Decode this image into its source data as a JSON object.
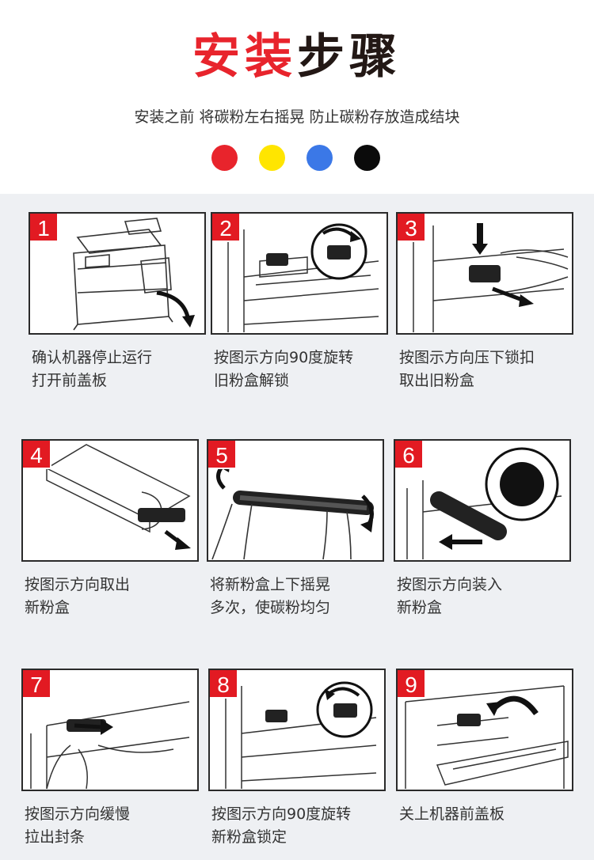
{
  "header": {
    "title_part1": "安装",
    "title_part2": "步骤",
    "subtitle": "安装之前 将碳粉左右摇晃 防止碳粉存放造成结块",
    "color_dots": [
      "#e8242c",
      "#ffe500",
      "#3b78e7",
      "#0b0b0b"
    ]
  },
  "steps": [
    {
      "number": "1",
      "line1": "确认机器停止运行",
      "line2": "打开前盖板"
    },
    {
      "number": "2",
      "line1": "按图示方向90度旋转",
      "line2": "旧粉盒解锁"
    },
    {
      "number": "3",
      "line1": "按图示方向压下锁扣",
      "line2": "取出旧粉盒"
    },
    {
      "number": "4",
      "line1": "按图示方向取出",
      "line2": "新粉盒"
    },
    {
      "number": "5",
      "line1": "将新粉盒上下摇晃",
      "line2": "多次，使碳粉均匀"
    },
    {
      "number": "6",
      "line1": "按图示方向装入",
      "line2": "新粉盒"
    },
    {
      "number": "7",
      "line1": "按图示方向缓慢",
      "line2": "拉出封条"
    },
    {
      "number": "8",
      "line1": "按图示方向90度旋转",
      "line2": "新粉盒锁定"
    },
    {
      "number": "9",
      "line1": "关上机器前盖板",
      "line2": ""
    }
  ],
  "icons": {
    "step_1": "copier-machine-open-door-illustration",
    "step_2": "rotate-cartridge-unlock-illustration",
    "step_3": "press-lock-remove-cartridge-illustration",
    "step_4": "pull-out-new-cartridge-illustration",
    "step_5": "shake-cartridge-illustration",
    "step_6": "insert-cartridge-illustration",
    "step_7": "pull-seal-strip-illustration",
    "step_8": "rotate-cartridge-lock-illustration",
    "step_9": "close-front-cover-illustration"
  }
}
